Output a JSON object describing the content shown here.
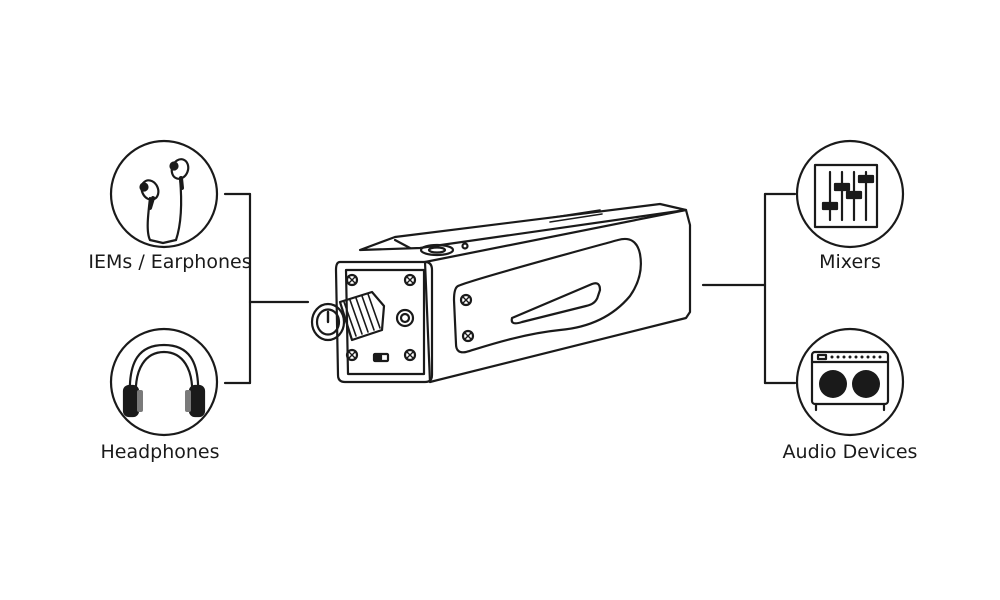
{
  "labels": {
    "iems": "IEMs / Earphones",
    "headphones": "Headphones",
    "mixers": "Mixers",
    "audio_devices": "Audio Devices"
  },
  "icons": {
    "iems": "earphones-icon",
    "headphones": "headphones-icon",
    "mixers": "mixer-faders-icon",
    "audio_devices": "speaker-cabinet-icon",
    "device": "headphone-amplifier-device"
  },
  "colors": {
    "line": "#1a1a1a",
    "background": "#ffffff"
  }
}
